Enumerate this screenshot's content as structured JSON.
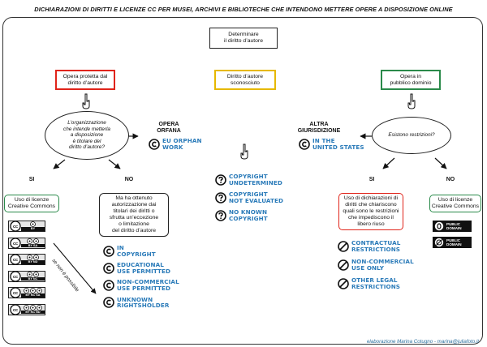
{
  "title": "DICHIARAZIONI DI DIRITTI E LICENZE CC PER MUSEI, ARCHIVI E BIBLIOTECHE CHE INTENDONO METTERE OPERE A DISPOSIZIONE ONLINE",
  "root": "Determinare\nil diritto d’autore",
  "branches": {
    "protected": {
      "label": "Opera protetta dal\ndiritto d’autore",
      "border_color": "#e0241a",
      "question": "L’organizzazione\nche intende metterla\na disposizione\nè titolare del\ndiritto d’autore?",
      "orphan_label": "OPERA\nORFANA",
      "orphan_statement": "EU ORPHAN\nWORK",
      "yes": "SI",
      "no": "NO",
      "yes_box": "Uso di licenze\nCreative Commons",
      "yes_border": "#2a8a4a",
      "no_box": "Ma ha ottenuto\nautorizzazione dai\ntitolari dei diritti o\nsfrutta un’eccezione\no limitazione\ndel diritto d’autore",
      "diagonal_note": "se non è possibile",
      "licenses": [
        "BY",
        "BY SA",
        "BY ND",
        "BY NC",
        "BY NC SA",
        "BY NC ND"
      ],
      "statements": [
        "IN\nCOPYRIGHT",
        "EDUCATIONAL\nUSE PERMITTED",
        "NON-COMMERCIAL\nUSE PERMITTED",
        "UNKNOWN\nRIGHTSHOLDER"
      ]
    },
    "unknown": {
      "label": "Diritto d’autore\nsconosciuto",
      "border_color": "#e6b800",
      "statements": [
        "COPYRIGHT\nUNDETERMINED",
        "COPYRIGHT\nNOT EVALUATED",
        "NO KNOWN\nCOPYRIGHT"
      ]
    },
    "public_domain": {
      "label": "Opera in\npubblico dominio",
      "border_color": "#2a8a4a",
      "question": "Esistono restrizioni?",
      "jurisdiction_label": "ALTRA\nGIURISDIZIONE",
      "jurisdiction_statement": "IN THE\nUNITED STATES",
      "yes": "SI",
      "no": "NO",
      "yes_box": "Uso di dichiarazioni di\ndiritti che chiariscono\nquali sono le restrizioni\nche impediscono il\nlibero riuso",
      "yes_border": "#e0241a",
      "no_box": "Uso di licenze\nCreative Commons",
      "no_border": "#2a8a4a",
      "statements": [
        "CONTRACTUAL\nRESTRICTIONS",
        "NON-COMMERCIAL\nUSE ONLY",
        "OTHER LEGAL\nRESTRICTIONS"
      ],
      "pd_marks": [
        "PUBLIC\nDOMAIN",
        "PUBLIC\nDOMAIN"
      ]
    }
  },
  "footer": "elaborazione Marina Cotugno - marina@juliafoto.it",
  "colors": {
    "statement_blue": "#2b7bb9",
    "red": "#e0241a",
    "yellow": "#e6b800",
    "green": "#2a8a4a"
  }
}
